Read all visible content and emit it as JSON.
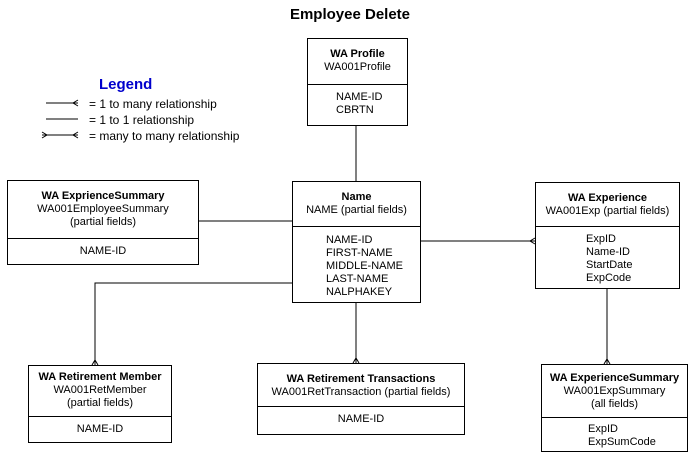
{
  "title": "Employee Delete",
  "legend": {
    "title": "Legend",
    "items": [
      {
        "symbol": "one-to-many",
        "label": "= 1 to many relationship"
      },
      {
        "symbol": "one-to-one",
        "label": "= 1 to 1 relationship"
      },
      {
        "symbol": "many-to-many",
        "label": "= many to many relationship"
      }
    ]
  },
  "entities": {
    "wa_profile": {
      "name": "WA Profile",
      "table": "WA001Profile",
      "fields": [
        "NAME-ID",
        "CBRTN"
      ]
    },
    "name": {
      "name": "Name",
      "table": "NAME (partial fields)",
      "fields": [
        "NAME-ID",
        "FIRST-NAME",
        "MIDDLE-NAME",
        "LAST-NAME",
        "NALPHAKEY"
      ]
    },
    "exp_summary_emp": {
      "name": "WA ExprienceSummary",
      "table": "WA001EmployeeSummary",
      "note": "(partial fields)",
      "fields": [
        "NAME-ID"
      ]
    },
    "wa_experience": {
      "name": "WA Experience",
      "table": "WA001Exp (partial fields)",
      "fields": [
        "ExpID",
        "Name-ID",
        "StartDate",
        "ExpCode"
      ]
    },
    "retirement_member": {
      "name": "WA Retirement Member",
      "table": "WA001RetMember",
      "note": "(partial fields)",
      "fields": [
        "NAME-ID"
      ]
    },
    "retirement_transactions": {
      "name": "WA Retirement Transactions",
      "table": "WA001RetTransaction (partial fields)",
      "fields": [
        "NAME-ID"
      ]
    },
    "experience_summary": {
      "name": "WA ExperienceSummary",
      "table": "WA001ExpSummary",
      "note": "(all fields)",
      "fields": [
        "ExpID",
        "ExpSumCode"
      ]
    }
  }
}
